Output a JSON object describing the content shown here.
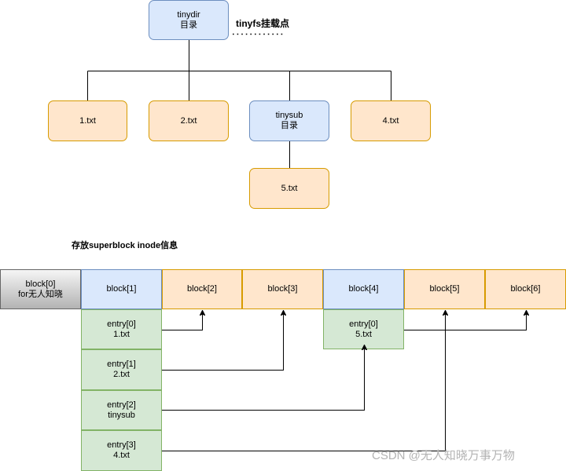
{
  "tree": {
    "root": {
      "name": "tinydir",
      "type": "目录"
    },
    "mount_point_label": "tinyfs挂载点",
    "children": [
      {
        "name": "1.txt"
      },
      {
        "name": "2.txt"
      },
      {
        "name": "tinysub",
        "type": "目录"
      },
      {
        "name": "4.txt"
      }
    ],
    "tinysub_children": [
      {
        "name": "5.txt"
      }
    ]
  },
  "disk": {
    "caption": "存放superblock inode信息",
    "blocks": [
      {
        "label": "block[0]",
        "note": "for无人知晓"
      },
      {
        "label": "block[1]"
      },
      {
        "label": "block[2]"
      },
      {
        "label": "block[3]"
      },
      {
        "label": "block[4]"
      },
      {
        "label": "block[5]"
      },
      {
        "label": "block[6]"
      }
    ],
    "block1_entries": [
      {
        "entry": "entry[0]",
        "file": "1.txt"
      },
      {
        "entry": "entry[1]",
        "file": "2.txt"
      },
      {
        "entry": "entry[2]",
        "file": "tinysub"
      },
      {
        "entry": "entry[3]",
        "file": "4.txt"
      }
    ],
    "block4_entries": [
      {
        "entry": "entry[0]",
        "file": "5.txt"
      }
    ]
  },
  "watermark": "CSDN @无人知晓万事万物",
  "palette": {
    "directory_fill": "#dae8fc",
    "directory_stroke": "#6c8ebf",
    "file_fill": "#ffe6cc",
    "file_stroke": "#d79b00",
    "entry_fill": "#d5e8d4",
    "entry_stroke": "#82b366",
    "reserved_fill_top": "#f5f5f5",
    "reserved_fill_bottom": "#b3b3b3",
    "reserved_stroke": "#666666",
    "line": "#000000",
    "watermark": "#b3b3b3"
  }
}
